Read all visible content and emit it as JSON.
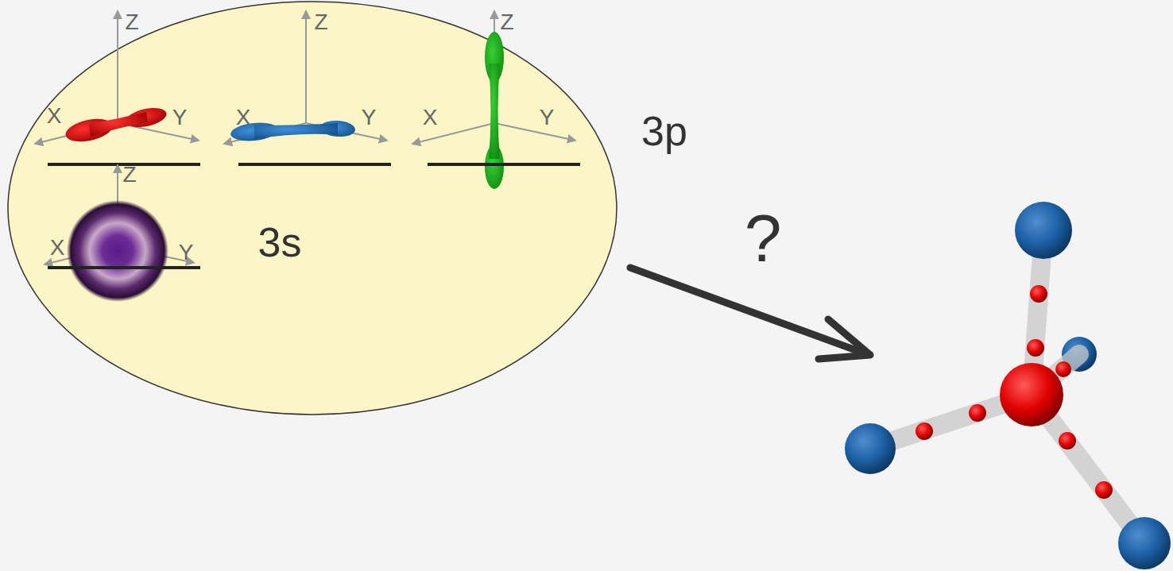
{
  "diagram": {
    "labels": [
      "Z",
      "Z",
      "Z",
      "X",
      "Y",
      "X",
      "Y",
      "X",
      "Y",
      "3p",
      "Z",
      "X",
      "Y",
      "3s",
      "?"
    ]
  }
}
